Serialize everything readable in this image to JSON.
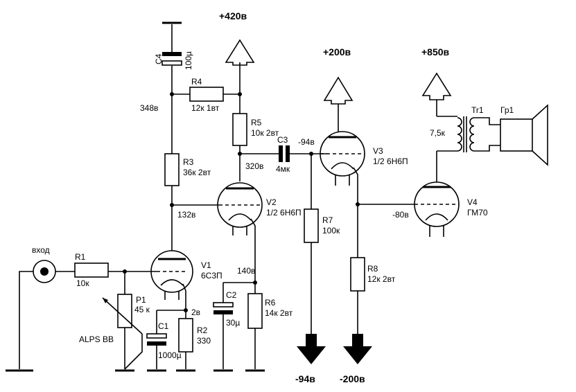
{
  "supplies": {
    "v420": "+420в",
    "v200": "+200в",
    "v850": "+850в",
    "vm94": "-94в",
    "vm200": "-200в"
  },
  "input_label": "вход",
  "pot_model": "ALPS BB",
  "components": {
    "R1": {
      "name": "R1",
      "value": "10к"
    },
    "R2": {
      "name": "R2",
      "value": "330"
    },
    "R3": {
      "name": "R3",
      "value": "36к 2вт"
    },
    "R4": {
      "name": "R4",
      "value": "12к 1вт"
    },
    "R5": {
      "name": "R5",
      "value": "10к 2вт"
    },
    "R6": {
      "name": "R6",
      "value": "14к 2вт"
    },
    "R7": {
      "name": "R7",
      "value": "100к"
    },
    "R8": {
      "name": "R8",
      "value": "12к 2вт"
    },
    "P1": {
      "name": "P1",
      "value": "45 к"
    },
    "C1": {
      "name": "C1",
      "value": "1000µ"
    },
    "C2": {
      "name": "C2",
      "value": "30µ"
    },
    "C3": {
      "name": "C3",
      "value": "4мк"
    },
    "C4": {
      "name": "C4",
      "value": "100µ"
    },
    "V1": {
      "name": "V1",
      "value": "6С3П"
    },
    "V2": {
      "name": "V2",
      "value": "1/2 6Н6П"
    },
    "V3": {
      "name": "V3",
      "value": "1/2 6Н6П"
    },
    "V4": {
      "name": "V4",
      "value": "ГМ70"
    },
    "Tr1": {
      "name": "Tr1",
      "value": "7,5к"
    },
    "Gr1": {
      "name": "Гр1"
    }
  },
  "node_voltages": {
    "n348": "348в",
    "n320": "320в",
    "n132": "132в",
    "n140": "140в",
    "n2": "2в",
    "nm94": "-94в",
    "nm80": "-80в"
  }
}
